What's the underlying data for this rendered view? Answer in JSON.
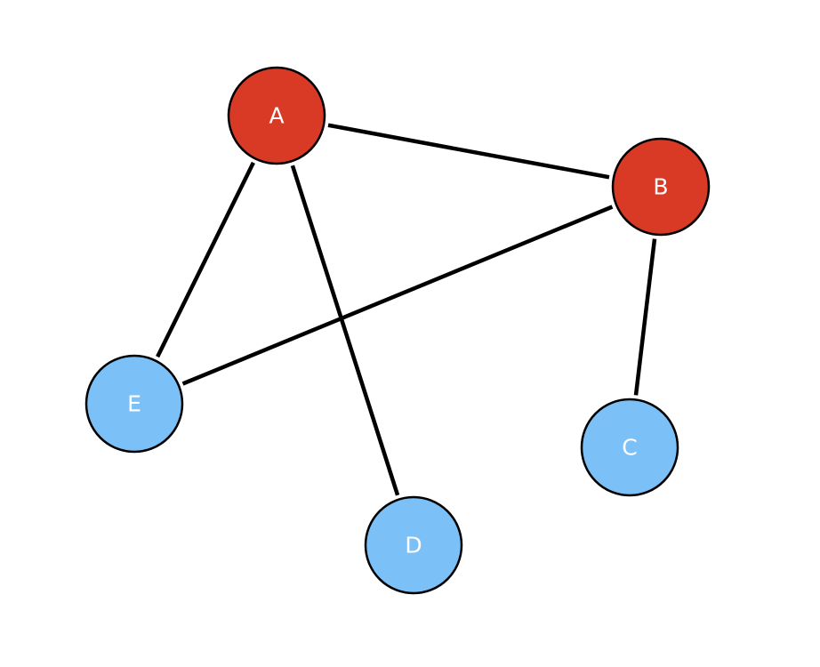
{
  "nodes": [
    {
      "id": "A",
      "label": "A",
      "group": "highlighted"
    },
    {
      "id": "B",
      "label": "B",
      "group": "highlighted"
    },
    {
      "id": "C",
      "label": "C",
      "group": "normal"
    },
    {
      "id": "D",
      "label": "D",
      "group": "normal"
    },
    {
      "id": "E",
      "label": "E",
      "group": "normal"
    }
  ],
  "edges": [
    {
      "source": "A",
      "target": "B"
    },
    {
      "source": "A",
      "target": "E"
    },
    {
      "source": "A",
      "target": "D"
    },
    {
      "source": "B",
      "target": "E"
    },
    {
      "source": "B",
      "target": "C"
    }
  ],
  "colors": {
    "highlighted": "#d93a26",
    "normal": "#7bc1f8",
    "edge": "#000000",
    "outline": "#000000",
    "label": "#ffffff"
  }
}
